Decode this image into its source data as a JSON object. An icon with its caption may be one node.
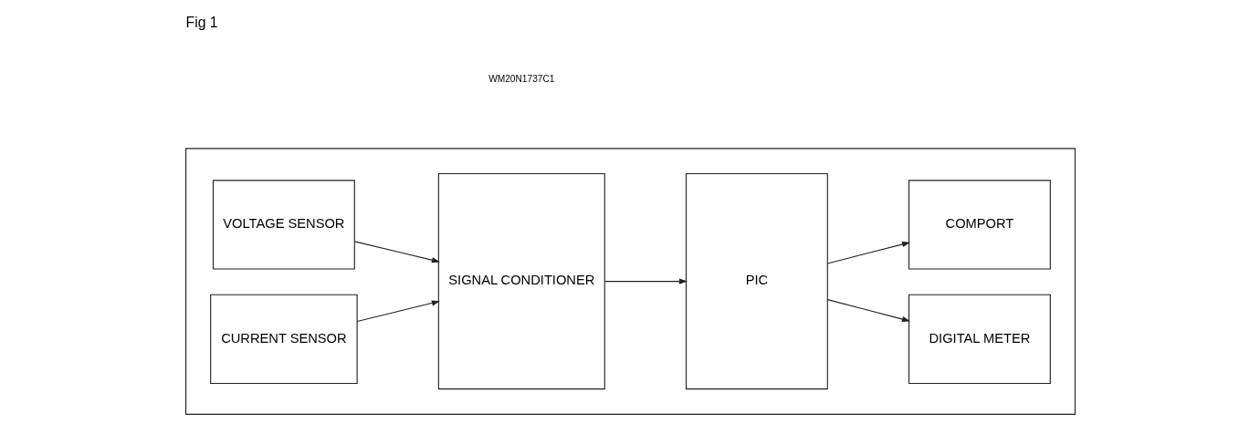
{
  "diagram": {
    "title": "Fig 1",
    "nodes": [
      {
        "text": [],
        "shape": "box"
      },
      {
        "text": [
          "VOLTAGE SENSOR"
        ],
        "in": 0
      },
      {
        "text": [
          "CURRENT SENSOR"
        ],
        "in": 0
      },
      {
        "text": [
          "SIGNAL CONDITIONER"
        ],
        "in": 0
      },
      {
        "text": [
          "PIC"
        ],
        "in": 0
      },
      {
        "text": [
          "DIGITAL METER"
        ],
        "in": 0
      },
      {
        "text": [
          "COMPORT"
        ],
        "in": 0
      }
    ],
    "edges": [
      {
        "from": 1,
        "to": 3,
        "arrow": "to"
      },
      {
        "from": 2,
        "to": 3,
        "arrow": "to"
      },
      {
        "from": 3,
        "to": 4,
        "arrow": "to"
      },
      {
        "from": 4,
        "to": 5,
        "arrow": "to"
      },
      {
        "from": 4,
        "to": 6,
        "arrow": "to"
      }
    ],
    "labels": [
      "WM20N1737C1"
    ]
  }
}
